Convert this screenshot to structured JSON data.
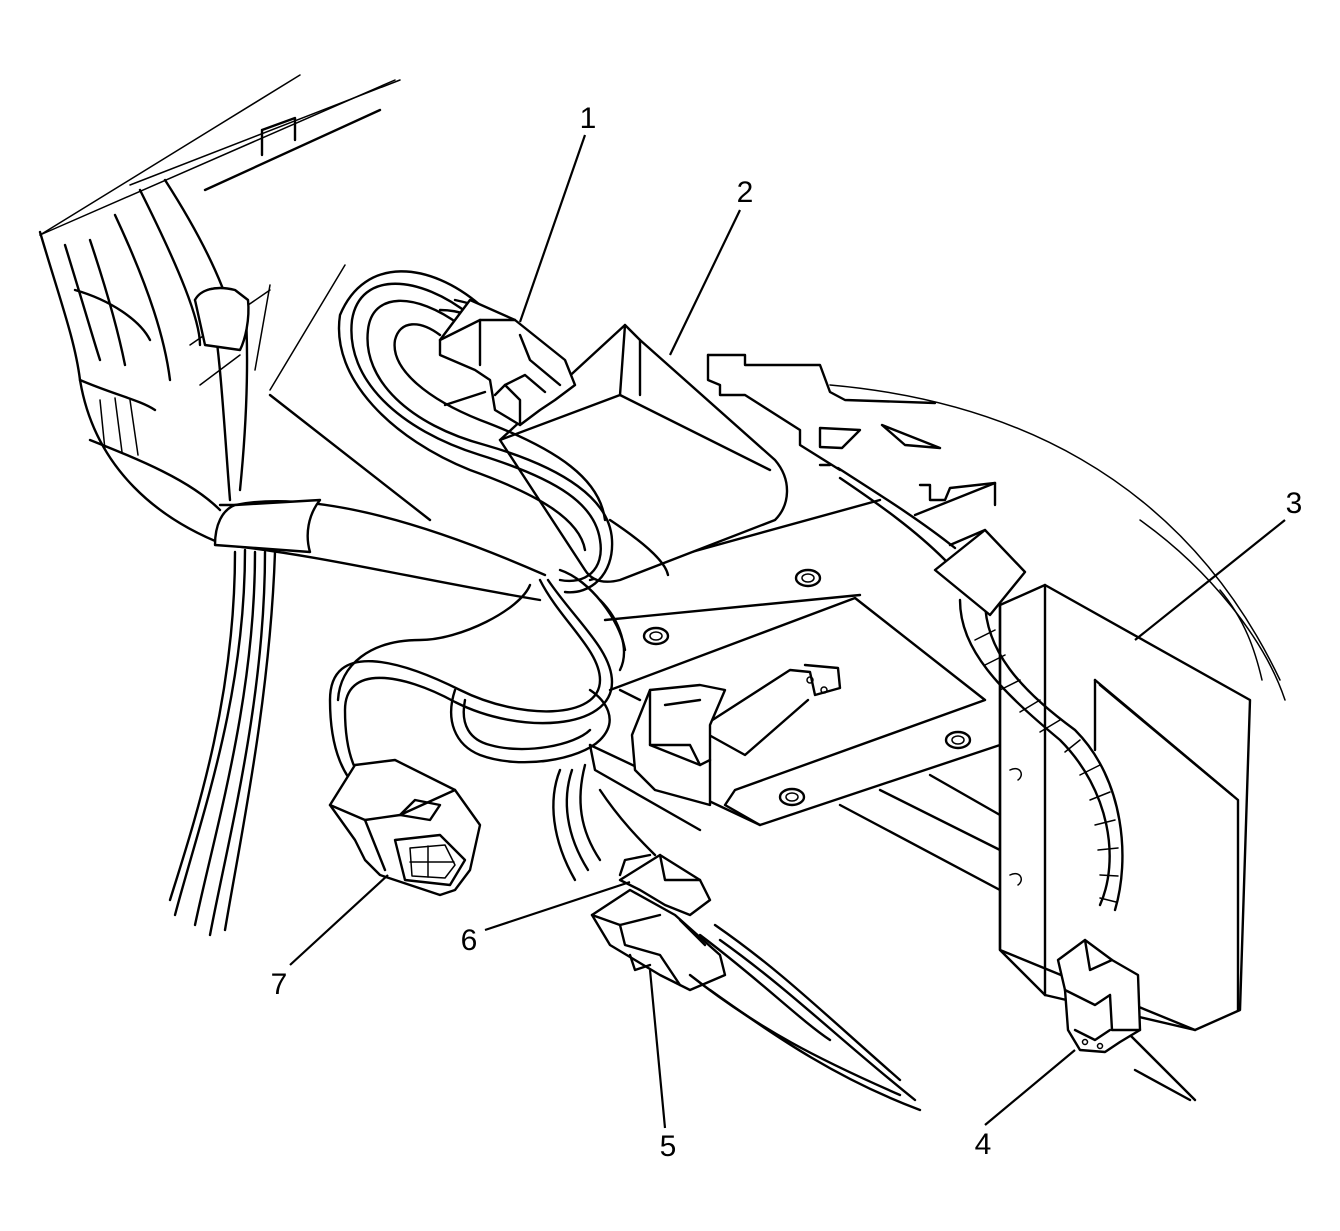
{
  "diagram": {
    "type": "exploded component illustration (line art)",
    "callouts": [
      {
        "id": "callout-1",
        "label": "1"
      },
      {
        "id": "callout-2",
        "label": "2"
      },
      {
        "id": "callout-3",
        "label": "3"
      },
      {
        "id": "callout-4",
        "label": "4"
      },
      {
        "id": "callout-5",
        "label": "5"
      },
      {
        "id": "callout-6",
        "label": "6"
      },
      {
        "id": "callout-7",
        "label": "7"
      }
    ],
    "colors": {
      "line": "#000000",
      "background": "#ffffff"
    }
  }
}
